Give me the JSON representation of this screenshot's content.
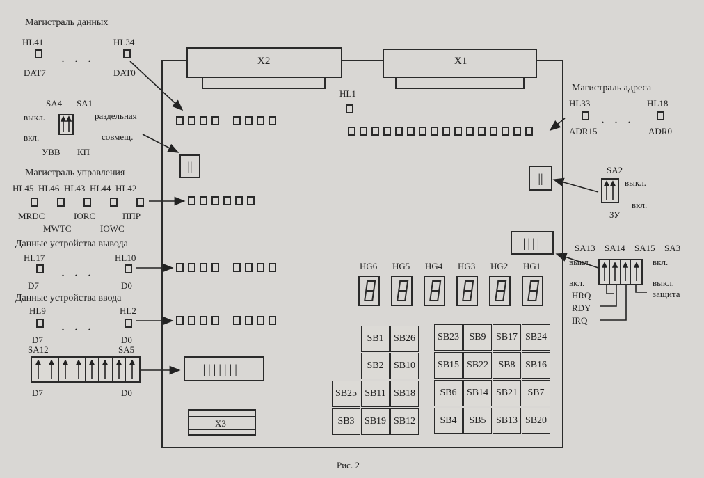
{
  "data_bus": {
    "title": "Магистраль данных",
    "hl_left": "HL41",
    "hl_right": "HL34",
    "bit_left": "DAT7",
    "bit_right": "DAT0"
  },
  "mode_switch": {
    "left_label": "SA4",
    "right_label": "SA1",
    "off": "выкл.",
    "on": "вкл.",
    "separate": "раздельная",
    "combined": "совмещ.",
    "bottom_left": "УВВ",
    "bottom_right": "КП"
  },
  "control_bus": {
    "title": "Магистраль управления",
    "leds": [
      "HL45",
      "HL46",
      "HL43",
      "HL44",
      "HL42"
    ],
    "signals_row1": [
      "MRDC",
      "IORC",
      "ППР"
    ],
    "signals_row2": [
      "MWTC",
      "IOWC"
    ]
  },
  "output_data": {
    "title": "Данные устройства вывода",
    "hl_left": "HL17",
    "hl_right": "HL10",
    "bit_left": "D7",
    "bit_right": "D0"
  },
  "input_data": {
    "title": "Данные устройства ввода",
    "hl_left": "HL9",
    "hl_right": "HL2",
    "bit_left": "D7",
    "bit_right": "D0"
  },
  "switch_bank": {
    "left_label": "SA12",
    "right_label": "SA5",
    "bit_left": "D7",
    "bit_right": "D0"
  },
  "board": {
    "x1": "X1",
    "x2": "X2",
    "x3": "X3",
    "hl1": "HL1"
  },
  "address_bus": {
    "title": "Магистраль адреса",
    "hl_left": "HL33",
    "hl_right": "HL18",
    "bit_left": "ADR15",
    "bit_right": "ADR0"
  },
  "memory_switch": {
    "label": "SA2",
    "off": "выкл.",
    "on": "вкл.",
    "bottom": "ЗУ"
  },
  "right_switches": {
    "labels": [
      "SA13",
      "SA14",
      "SA15",
      "SA3"
    ],
    "off_left": "выкл.",
    "on_left": "вкл.",
    "on_right": "вкл.",
    "off_right": "выкл.",
    "signals": [
      "HRQ",
      "RDY",
      "IRQ"
    ],
    "protect": "защита"
  },
  "displays": [
    "HG6",
    "HG5",
    "HG4",
    "HG3",
    "HG2",
    "HG1"
  ],
  "keys_left": {
    "row1": [
      "SB1",
      "SB26"
    ],
    "row2": [
      "SB2",
      "SB10"
    ],
    "row3": [
      "SB25",
      "SB11",
      "SB18"
    ],
    "row4": [
      "SB3",
      "SB19",
      "SB12"
    ]
  },
  "keys_right": {
    "row1": [
      "SB23",
      "SB9",
      "SB17",
      "SB24"
    ],
    "row2": [
      "SB15",
      "SB22",
      "SB8",
      "SB16"
    ],
    "row3": [
      "SB6",
      "SB14",
      "SB21",
      "SB7"
    ],
    "row4": [
      "SB4",
      "SB5",
      "SB13",
      "SB20"
    ]
  },
  "caption": "Рис. 2"
}
